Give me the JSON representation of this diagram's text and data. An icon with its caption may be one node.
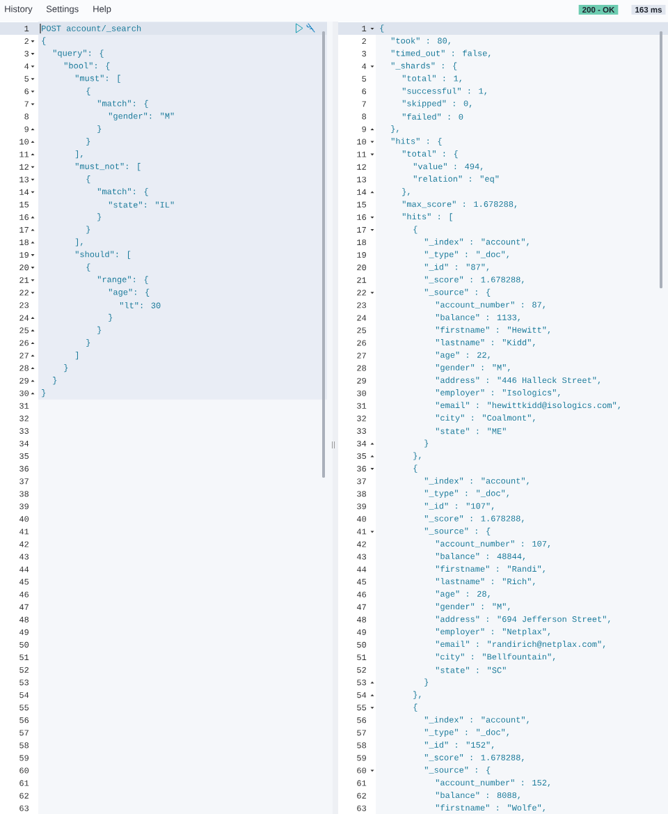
{
  "diagram": {
    "nodes": [
      {
        "text": [
          "200 - OK"
        ]
      },
      {
        "text": [
          "163 ms"
        ]
      }
    ],
    "labels": [
      "History",
      "Settings",
      "Help",
      "1",
      "POST account/_search",
      "2",
      "{",
      "3",
      "\"query\": {",
      "4",
      "\"bool\": {",
      "5",
      "\"must\": [",
      "6",
      "{",
      "7",
      "\"match\": {",
      "8",
      "\"gender\": \"M\"",
      "9",
      "}",
      "10",
      "}",
      "11",
      "],",
      "12",
      "\"must_not\": [",
      "13",
      "{",
      "14",
      "\"match\": {",
      "15",
      "\"state\": \"IL\"",
      "16",
      "}",
      "17",
      "}",
      "18",
      "],",
      "19",
      "\"should\": [",
      "20",
      "{",
      "21",
      "\"range\": {",
      "22",
      "\"age\": {",
      "23",
      "\"lt\": 30",
      "24",
      "}",
      "25",
      "}",
      "26",
      "}",
      "27",
      "]",
      "28",
      "}",
      "29",
      "}",
      "30",
      "}",
      "31",
      "32",
      "33",
      "34",
      "35",
      "36",
      "37",
      "38",
      "39",
      "40",
      "41",
      "42",
      "43",
      "44",
      "45",
      "46",
      "47",
      "48",
      "49",
      "50",
      "51",
      "52",
      "53",
      "54",
      "55",
      "56",
      "57",
      "58",
      "59",
      "60",
      "61",
      "62",
      "63",
      "1",
      "{",
      "2",
      "\"took\" : 80,",
      "3",
      "\"timed_out\" : false,",
      "4",
      "\"_shards\" : {",
      "5",
      "\"total\" : 1,",
      "6",
      "\"successful\" : 1,",
      "7",
      "\"skipped\" : 0,",
      "8",
      "\"failed\" : 0",
      "9",
      "},",
      "10",
      "\"hits\" : {",
      "11",
      "\"total\" : {",
      "12",
      "\"value\" : 494,",
      "13",
      "\"relation\" : \"eq\"",
      "14",
      "},",
      "15",
      "\"max_score\" : 1.678288,",
      "16",
      "\"hits\" : [",
      "17",
      "{",
      "18",
      "\"_index\" : \"account\",",
      "19",
      "\"_type\" : \"_doc\",",
      "20",
      "\"_id\" : \"87\",",
      "21",
      "\"_score\" : 1.678288,",
      "22",
      "\"_source\" : {",
      "23",
      "\"account_number\" : 87,",
      "24",
      "\"balance\" : 1133,",
      "25",
      "\"firstname\" : \"Hewitt\",",
      "26",
      "\"lastname\" : \"Kidd\",",
      "27",
      "\"age\" : 22,",
      "28",
      "\"gender\" : \"M\",",
      "29",
      "\"address\" : \"446 Halleck Street\",",
      "30",
      "\"employer\" : \"Isologics\",",
      "31",
      "\"email\" : \"hewittkidd@isologics.com\",",
      "32",
      "\"city\" : \"Coalmont\",",
      "33",
      "\"state\" : \"ME\"",
      "34",
      "}",
      "35",
      "},",
      "36",
      "{",
      "37",
      "\"_index\" : \"account\",",
      "38",
      "\"_type\" : \"_doc\",",
      "39",
      "\"_id\" : \"107\",",
      "40",
      "\"_score\" : 1.678288,",
      "41",
      "\"_source\" : {",
      "42",
      "\"account_number\" : 107,",
      "43",
      "\"balance\" : 48844,",
      "44",
      "\"firstname\" : \"Randi\",",
      "45",
      "\"lastname\" : \"Rich\",",
      "46",
      "\"age\" : 28,",
      "47",
      "\"gender\" : \"M\",",
      "48",
      "\"address\" : \"694 Jefferson Street\",",
      "49",
      "\"employer\" : \"Netplax\",",
      "50",
      "\"email\" : \"randirich@netplax.com\",",
      "51",
      "\"city\" : \"Bellfountain\",",
      "52",
      "\"state\" : \"SC\"",
      "53",
      "}",
      "54",
      "},",
      "55",
      "{",
      "56",
      "\"_index\" : \"account\",",
      "57",
      "\"_type\" : \"_doc\",",
      "58",
      "\"_id\" : \"152\",",
      "59",
      "\"_score\" : 1.678288,",
      "60",
      "\"_source\" : {",
      "61",
      "\"account_number\" : 152,",
      "62",
      "\"balance\" : 8088,",
      "63",
      "\"firstname\" : \"Wolfe\","
    ]
  }
}
